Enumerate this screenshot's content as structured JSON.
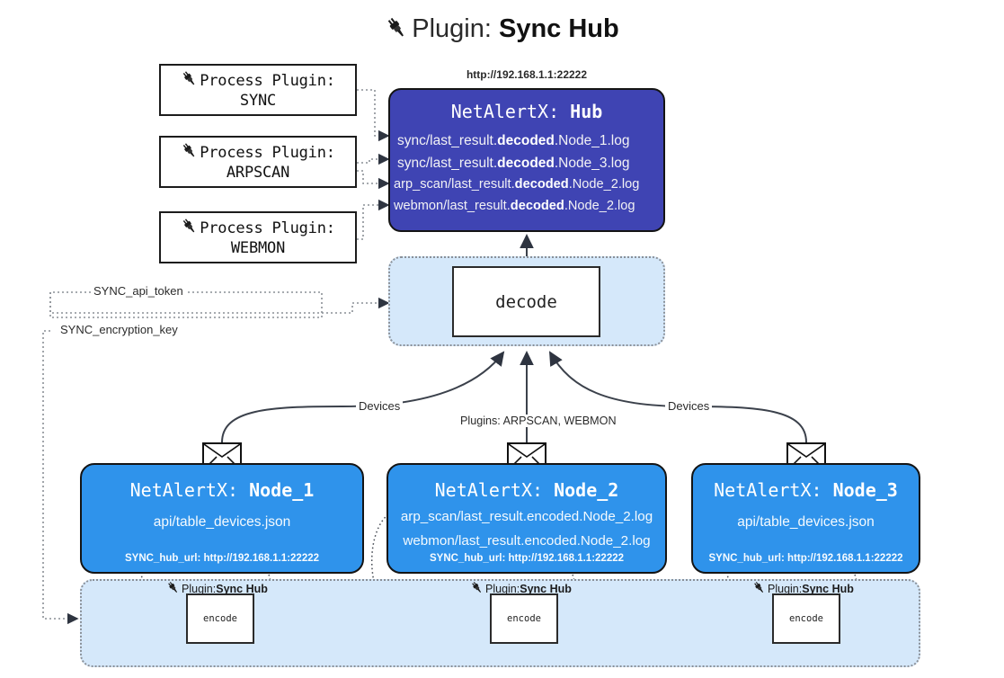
{
  "title": {
    "icon": "plug-icon",
    "prefix": "Plugin: ",
    "name": "Sync Hub"
  },
  "process_plugins": [
    {
      "icon": "plug-icon",
      "line1": "Process Plugin:",
      "line2": "SYNC"
    },
    {
      "icon": "plug-icon",
      "line1": "Process Plugin:",
      "line2": "ARPSCAN"
    },
    {
      "icon": "plug-icon",
      "line1": "Process Plugin:",
      "line2": "WEBMON"
    }
  ],
  "hub": {
    "url": "http://192.168.1.1:22222",
    "title_prefix": "NetAlertX: ",
    "title_name": "Hub",
    "logs": [
      {
        "pre": "sync/last_result.",
        "mid": "decoded",
        "post": ".Node_1.log"
      },
      {
        "pre": "sync/last_result.",
        "mid": "decoded",
        "post": ".Node_3.log"
      },
      {
        "pre": "arp_scan/last_result.",
        "mid": "decoded",
        "post": ".Node_2.log"
      },
      {
        "pre": "webmon/last_result.",
        "mid": "decoded",
        "post": ".Node_2.log"
      }
    ]
  },
  "decode": {
    "label": "decode"
  },
  "settings_edges": {
    "api_token": "SYNC_api_token",
    "encryption_key": "SYNC_encryption_key"
  },
  "flow_labels": {
    "devices_left": "Devices",
    "devices_right": "Devices",
    "plugins_center": "Plugins: ARPSCAN, WEBMON"
  },
  "nodes": [
    {
      "title_prefix": "NetAlertX: ",
      "title_name": "Node_1",
      "lines": [
        "api/table_devices.json"
      ],
      "footer": "SYNC_hub_url: http://192.168.1.1:22222",
      "envelope_icon": "envelope-icon"
    },
    {
      "title_prefix": "NetAlertX: ",
      "title_name": "Node_2",
      "lines": [
        "arp_scan/last_result.encoded.Node_2.log",
        "webmon/last_result.encoded.Node_2.log"
      ],
      "footer": "SYNC_hub_url: http://192.168.1.1:22222",
      "envelope_icon": "envelope-icon"
    },
    {
      "title_prefix": "NetAlertX: ",
      "title_name": "Node_3",
      "lines": [
        "api/table_devices.json"
      ],
      "footer": "SYNC_hub_url: http://192.168.1.1:22222",
      "envelope_icon": "envelope-icon"
    }
  ],
  "encoders": [
    {
      "caption_icon": "plug-icon",
      "caption_prefix": "Plugin: ",
      "caption_name": "Sync Hub",
      "label": "encode"
    },
    {
      "caption_icon": "plug-icon",
      "caption_prefix": "Plugin: ",
      "caption_name": "Sync Hub",
      "label": "encode"
    },
    {
      "caption_icon": "plug-icon",
      "caption_prefix": "Plugin: ",
      "caption_name": "Sync Hub",
      "label": "encode"
    }
  ],
  "colors": {
    "hub": "#3f44b3",
    "node": "#2f93eb",
    "zone": "#d5e8fa",
    "stroke": "#141414"
  }
}
